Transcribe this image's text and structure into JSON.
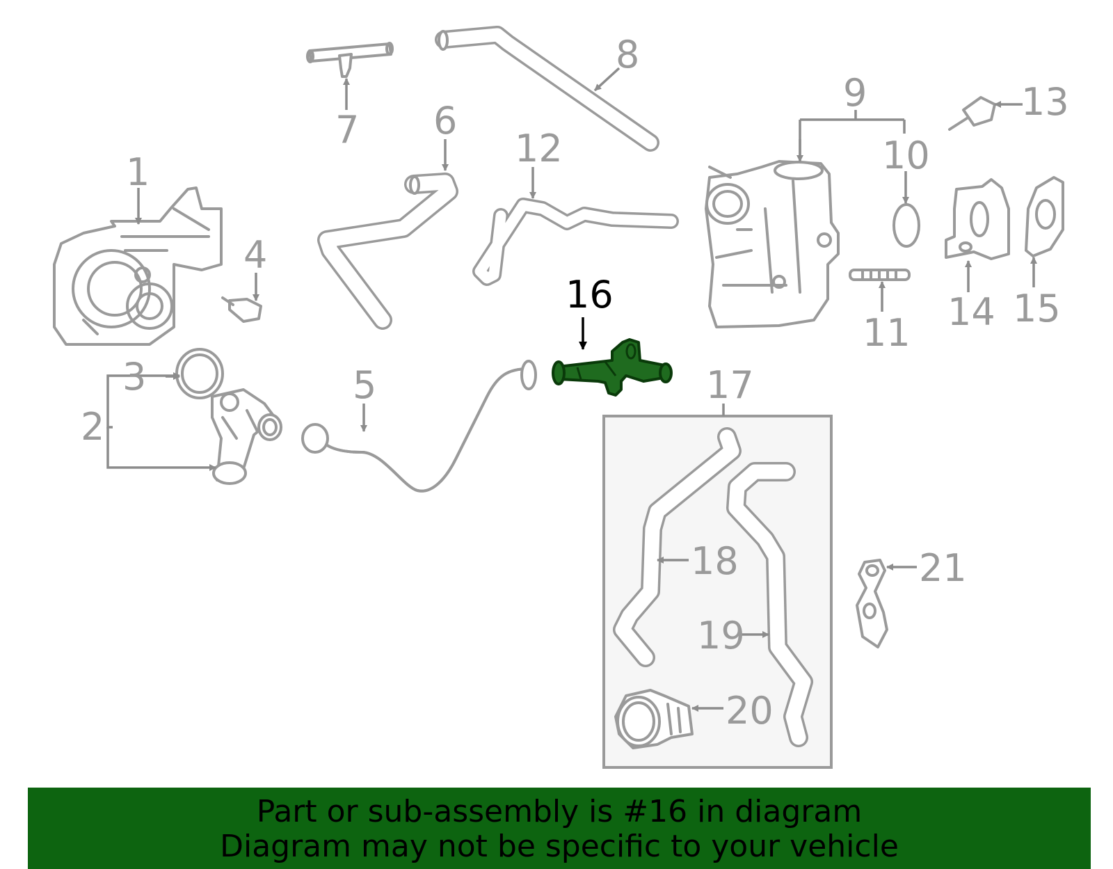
{
  "diagram": {
    "highlighted_part": "16",
    "callouts": [
      "1",
      "2",
      "3",
      "4",
      "5",
      "6",
      "7",
      "8",
      "9",
      "10",
      "11",
      "12",
      "13",
      "14",
      "15",
      "16",
      "17",
      "18",
      "19",
      "20",
      "21"
    ]
  },
  "banner": {
    "line1": "Part or sub-assembly is #16 in diagram",
    "line2": "Diagram may not be specific to your vehicle"
  },
  "colors": {
    "highlight": "#1f6b1f",
    "banner_bg": "#0d6410",
    "line_art": "#9a9a9a",
    "kit_box_bg": "#f6f6f6"
  }
}
